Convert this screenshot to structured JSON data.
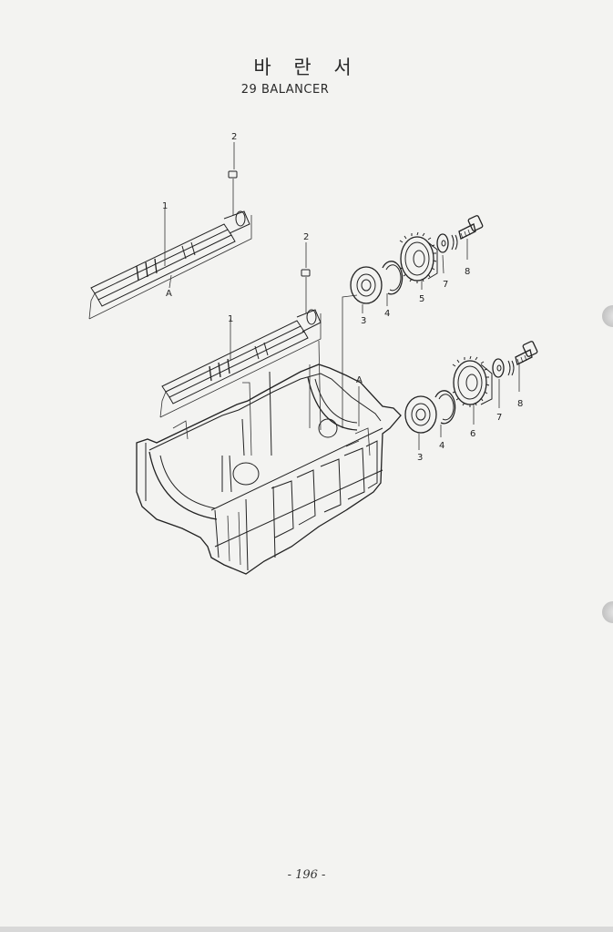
{
  "header": {
    "title_korean": "바 란 서",
    "title_english": "29 BALANCER"
  },
  "callouts": {
    "upper": {
      "c1": "1",
      "c2": "2",
      "cA": "A",
      "c2b": "2",
      "c3": "3",
      "c4": "4",
      "c5": "5",
      "c7": "7",
      "c8": "8"
    },
    "lower": {
      "c1": "1",
      "cA": "A",
      "c3": "3",
      "c4": "4",
      "c6": "6",
      "c7": "7",
      "c8": "8"
    }
  },
  "footer": {
    "page_number": "- 196 -"
  }
}
